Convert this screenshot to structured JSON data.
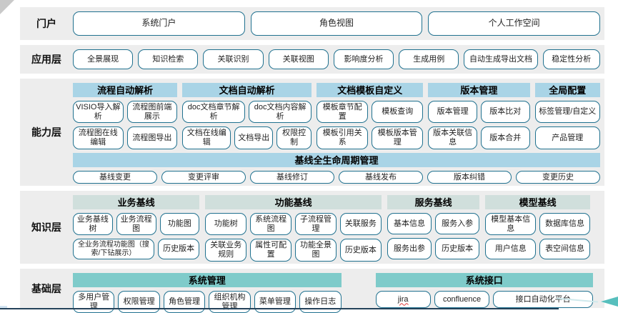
{
  "colors": {
    "band_background": "#ededed",
    "box_border": "#20718f",
    "capability_header": "#a9d4e6",
    "knowledge_header": "#d0dfdc",
    "base_header": "#7fcbca",
    "decoration_teal": "#57bfbd",
    "bottom_line": "#24425a"
  },
  "portal": {
    "label": "门户",
    "items": [
      "系统门户",
      "角色视图",
      "个人工作空间"
    ]
  },
  "app": {
    "label": "应用层",
    "items": [
      "全景展现",
      "知识检索",
      "关联识别",
      "关联视图",
      "影响度分析",
      "生成用例",
      "自动生成导出文档",
      "稳定性分析"
    ]
  },
  "capability": {
    "label": "能力层",
    "groups": [
      {
        "header": "流程自动解析",
        "rows": [
          [
            "VISIO导入解析",
            "流程图前端展示"
          ],
          [
            "流程图在线编辑",
            "流程图导出"
          ]
        ]
      },
      {
        "header": "文档自动解析",
        "rows": [
          [
            "doc文档章节解析",
            "doc文档内容解析"
          ],
          [
            "文档在线编辑",
            "文档导出",
            "权限控制"
          ]
        ]
      },
      {
        "header": "文档模板自定义",
        "rows": [
          [
            "模板章节配置",
            "模板查询"
          ],
          [
            "模板引用关系",
            "模板版本管理"
          ]
        ]
      },
      {
        "header": "版本管理",
        "rows": [
          [
            "版本管理",
            "版本比对"
          ],
          [
            "版本关联信息",
            "版本合并"
          ]
        ]
      },
      {
        "header": "全局配置",
        "rows": [
          [
            "标签管理/自定义"
          ],
          [
            "产品管理"
          ]
        ]
      }
    ],
    "baseline": {
      "header": "基线全生命周期管理",
      "items": [
        "基线变更",
        "变更评审",
        "基线修订",
        "基线发布",
        "版本纠错",
        "变更历史"
      ]
    }
  },
  "knowledge": {
    "label": "知识层",
    "groups": [
      {
        "header": "业务基线",
        "rows": [
          [
            "业务基线树",
            "业务流程图",
            "功能图"
          ],
          [
            "全业务流程功能图（搜索/下钻展示）",
            "历史版本"
          ]
        ]
      },
      {
        "header": "功能基线",
        "rows": [
          [
            "功能树",
            "系统流程图",
            "子流程管理",
            "关联服务"
          ],
          [
            "关联业务规则",
            "属性可配置",
            "功能全景图",
            "历史版本"
          ]
        ]
      },
      {
        "header": "服务基线",
        "rows": [
          [
            "基本信息",
            "服务入参"
          ],
          [
            "服务出参",
            "历史版本"
          ]
        ]
      },
      {
        "header": "模型基线",
        "rows": [
          [
            "模型基本信息",
            "数据库信息"
          ],
          [
            "用户信息",
            "表空间信息"
          ]
        ]
      }
    ]
  },
  "base": {
    "label": "基础层",
    "groups": [
      {
        "header": "系统管理",
        "items": [
          "多用户管理",
          "权限管理",
          "角色管理",
          "组织机构管理",
          "菜单管理",
          "操作日志"
        ]
      },
      {
        "header": "系统接口",
        "items": [
          "jira",
          "confluence",
          "接口自动化平台"
        ]
      }
    ]
  }
}
